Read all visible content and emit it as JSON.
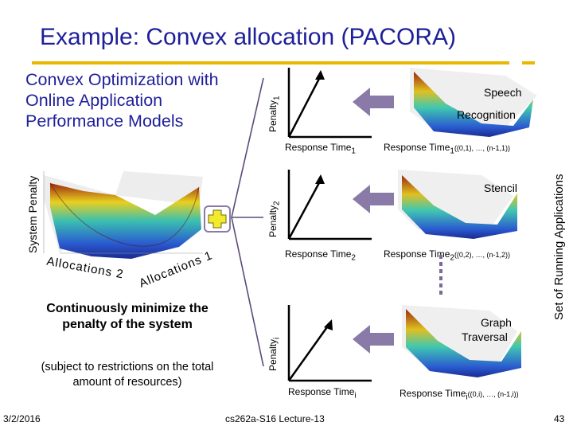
{
  "slide": {
    "title": "Example: Convex allocation (PACORA)",
    "heading": "Convex Optimization with Online Application Performance Models",
    "system_penalty": "System Penalty",
    "allocations_2": "Allocations 2",
    "allocations_1": "Allocations 1",
    "continuously": "Continuously minimize the penalty of the system",
    "subject": "(subject to restrictions on the total amount of resources)",
    "set_of_apps": "Set of Running Applications",
    "date": "3/2/2016",
    "course": "cs262a-S16 Lecture-13",
    "page": "43"
  },
  "apps": [
    {
      "penalty": "Penalty",
      "penalty_sub": "1",
      "name_lines": [
        "Speech",
        "Recognition"
      ],
      "rt": "Response Time",
      "rt_sub": "1",
      "rt_fn": "Response Time",
      "rt_fn_sub": "1",
      "rt_fn_args": "((0,1), …, (n-1,1))"
    },
    {
      "penalty": "Penalty",
      "penalty_sub": "2",
      "name_lines": [
        "Stencil"
      ],
      "rt": "Response Time",
      "rt_sub": "2",
      "rt_fn": "Response Time",
      "rt_fn_sub": "2",
      "rt_fn_args": "((0,2), …, (n-1,2))"
    },
    {
      "penalty": "Penalty",
      "penalty_sub": "i",
      "name_lines": [
        "Graph",
        "Traversal"
      ],
      "rt": "Response Time",
      "rt_sub": "i",
      "rt_fn": "Response Time",
      "rt_fn_sub": "i",
      "rt_fn_args": "((0,i), …, (n-1,i))"
    }
  ],
  "colors": {
    "title": "#1f1f9a",
    "accent_rule": "#e8b800",
    "arrow": "#8a7aa8",
    "connector": "#5a4a78",
    "node_fill": "#f2ea2a"
  }
}
